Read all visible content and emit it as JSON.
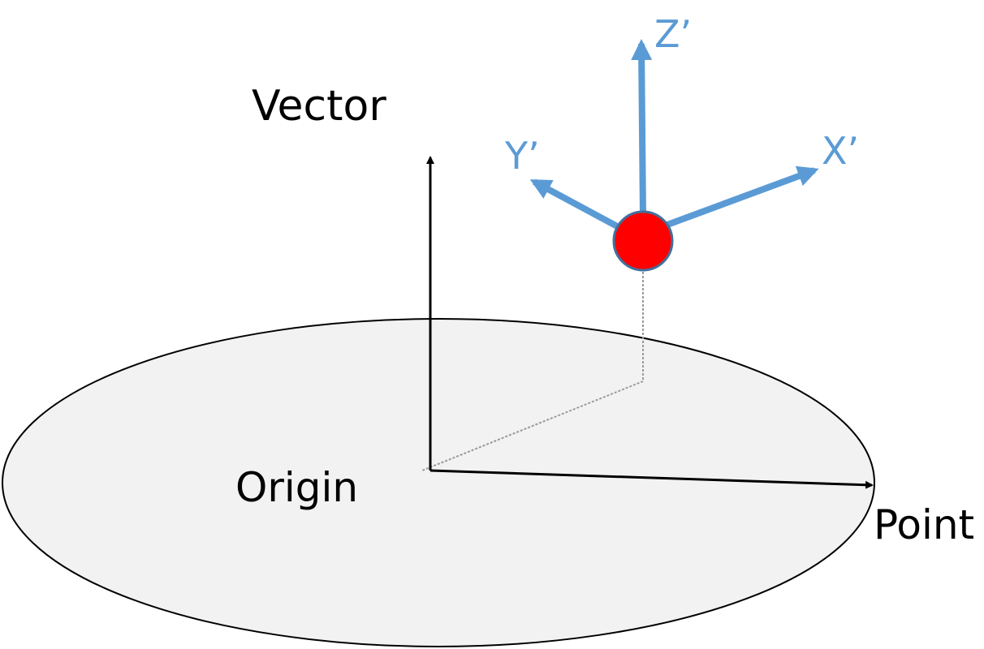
{
  "labels": {
    "vector": "Vector",
    "origin": "Origin",
    "point": "Point",
    "x_prime": "X’",
    "y_prime": "Y’",
    "z_prime": "Z’"
  },
  "colors": {
    "axis_blue": "#5b9bd5",
    "ball_red": "#ff0000",
    "plane_fill": "#f2f2f2",
    "line_black": "#000000"
  }
}
